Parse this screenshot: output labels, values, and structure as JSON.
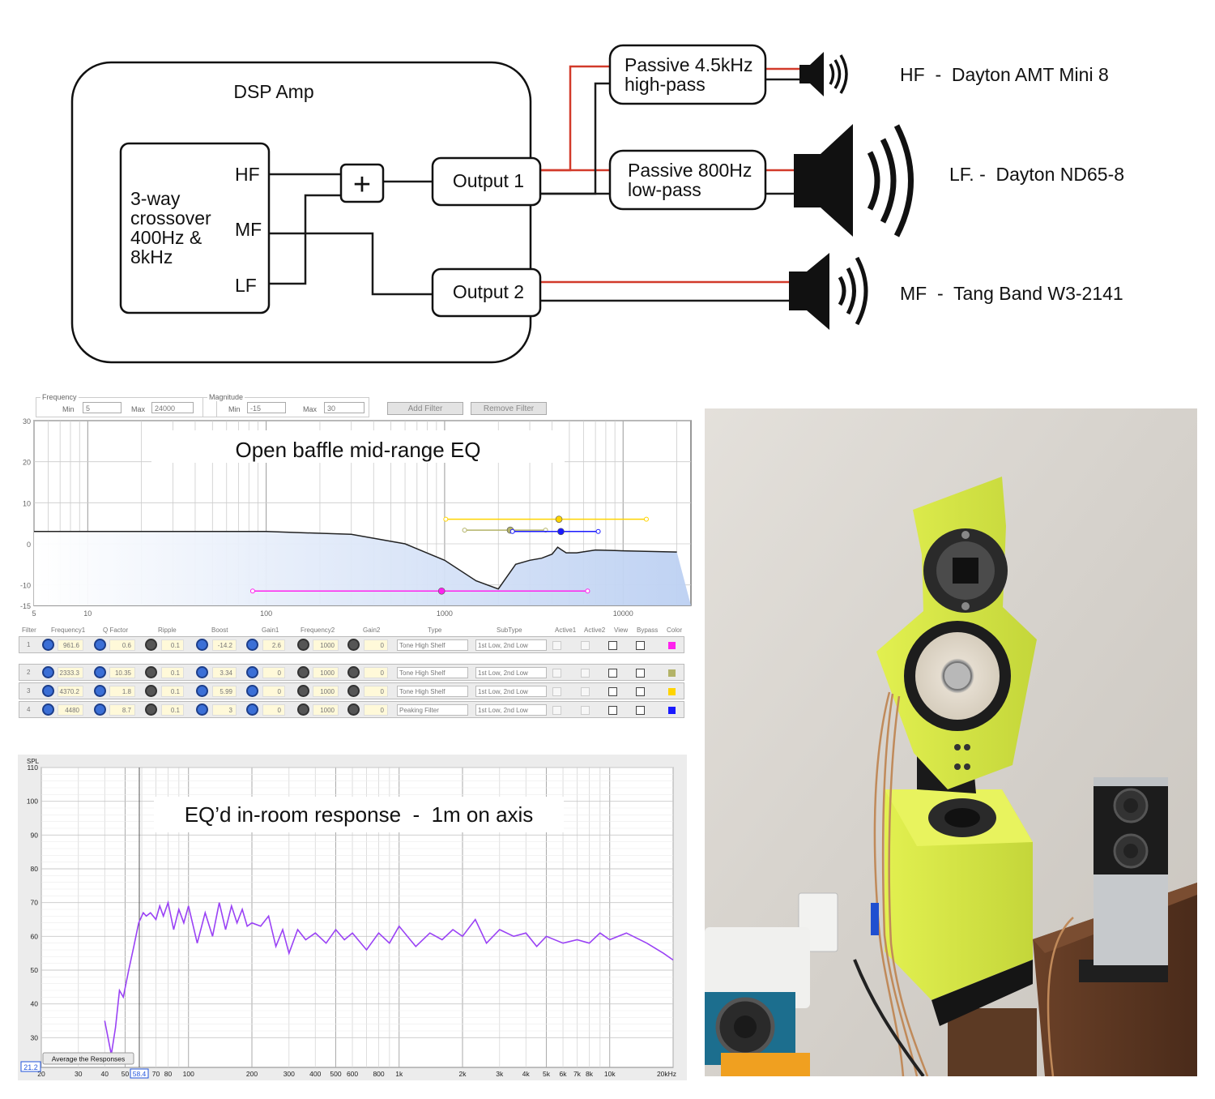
{
  "block_diagram": {
    "dsp_amp_label": "DSP Amp",
    "crossover_label_lines": [
      "3-way",
      "crossover",
      "400Hz &",
      "8kHz"
    ],
    "crossover_ports": {
      "hf": "HF",
      "mf": "MF",
      "lf": "LF"
    },
    "summer_symbol": "+",
    "output1_label": "Output 1",
    "output2_label": "Output 2",
    "hp_filter_lines": [
      "Passive 4.5kHz",
      "high-pass"
    ],
    "lp_filter_lines": [
      "Passive 800Hz",
      "low-pass"
    ],
    "driver_hf_label": "HF  -  Dayton AMT Mini 8",
    "driver_lf_label": "LF. -  Dayton ND65-8",
    "driver_mf_label": "MF  -  Tang Band W3-2141",
    "colors": {
      "signal_red": "#d23a2a",
      "line_black": "#1a1a1a"
    }
  },
  "eq_panel": {
    "frequency_group": "Frequency",
    "magnitude_group": "Magnitude",
    "min_label": "Min",
    "max_label": "Max",
    "freq_min": "5",
    "freq_max": "24000",
    "mag_min": "-15",
    "mag_max": "30",
    "add_filter": "Add Filter",
    "remove_filter": "Remove Filter",
    "plot_title": "Open baffle mid-range EQ",
    "y_ticks": [
      "30",
      "20",
      "10",
      "0",
      "-10",
      "-15"
    ],
    "x_ticks": [
      "5",
      "10",
      "100",
      "1000",
      "10000"
    ],
    "columns": [
      "Filter",
      "Frequency1",
      "Q Factor",
      "Ripple",
      "Boost",
      "Gain1",
      "Frequency2",
      "Gain2",
      "Type",
      "SubType",
      "Active1",
      "Active2",
      "View",
      "Bypass",
      "Color"
    ],
    "filters": [
      {
        "n": "1",
        "freq1": "961.6",
        "q": "0.6",
        "ripple": "0.1",
        "boost": "-14.2",
        "gain1": "2.6",
        "freq2": "1000",
        "gain2": "0",
        "type": "Tone High Shelf",
        "subtype": "1st Low, 2nd Low",
        "color": "#ff22ee"
      },
      {
        "n": "2",
        "freq1": "2333.3",
        "q": "10.35",
        "ripple": "0.1",
        "boost": "3.34",
        "gain1": "0",
        "freq2": "1000",
        "gain2": "0",
        "type": "Tone High Shelf",
        "subtype": "1st Low, 2nd Low",
        "color": "#b3b368"
      },
      {
        "n": "3",
        "freq1": "4370.2",
        "q": "1.8",
        "ripple": "0.1",
        "boost": "5.99",
        "gain1": "0",
        "freq2": "1000",
        "gain2": "0",
        "type": "Tone High Shelf",
        "subtype": "1st Low, 2nd Low",
        "color": "#ffd400"
      },
      {
        "n": "4",
        "freq1": "4480",
        "q": "8.7",
        "ripple": "0.1",
        "boost": "3",
        "gain1": "0",
        "freq2": "1000",
        "gain2": "0",
        "type": "Peaking Filter",
        "subtype": "1st Low, 2nd Low",
        "color": "#1a1aff"
      }
    ],
    "combined_response": {
      "x_hz": [
        5,
        100,
        300,
        600,
        1000,
        1500,
        2000,
        2500,
        3000,
        3500,
        4000,
        4300,
        4500,
        4800,
        5500,
        7000,
        10000,
        20000
      ],
      "y_db": [
        3,
        3,
        2.3,
        0,
        -4,
        -9,
        -11,
        -5,
        -4,
        -3.5,
        -2.5,
        -0.8,
        -1.4,
        -2.2,
        -2.2,
        -1.5,
        -1.7,
        -2
      ]
    }
  },
  "spl_chart": {
    "title": "EQ’d in-room response  -  1m on axis",
    "y_axis_label": "SPL",
    "y_ticks": [
      "110",
      "100",
      "90",
      "80",
      "70",
      "60",
      "50",
      "40",
      "30"
    ],
    "x_ticks": [
      "20",
      "30",
      "40",
      "50",
      "58.4",
      "70",
      "80",
      "100",
      "200",
      "300",
      "400",
      "500",
      "600",
      "800",
      "1k",
      "2k",
      "3k",
      "4k",
      "5k",
      "6k",
      "7k",
      "8k",
      "10k",
      "20kHz"
    ],
    "cursor_y_readout": "21.2",
    "button_label": "Average the Responses",
    "line_color": "#9a42f5"
  },
  "chart_data": {
    "type": "line",
    "xlabel": "",
    "ylabel": "SPL",
    "x_scale": "log",
    "xlim": [
      20,
      20000
    ],
    "ylim": [
      21.2,
      110
    ],
    "grid": true,
    "series": [
      {
        "x": [
          40,
          43,
          45,
          47,
          49,
          52,
          55,
          58,
          61,
          63,
          66,
          70,
          73,
          76,
          80,
          85,
          90,
          95,
          100,
          110,
          120,
          130,
          140,
          150,
          160,
          170,
          180,
          190,
          200,
          220,
          240,
          260,
          280,
          300,
          330,
          360,
          400,
          450,
          500,
          550,
          600,
          700,
          800,
          900,
          1000,
          1200,
          1400,
          1600,
          1800,
          2000,
          2300,
          2600,
          3000,
          3500,
          4000,
          4500,
          5000,
          6000,
          7000,
          8000,
          9000,
          10000,
          12000,
          15000,
          18000,
          20000
        ],
        "y": [
          35,
          25,
          33,
          44,
          42,
          50,
          57,
          64,
          67,
          66,
          67,
          65,
          69,
          66,
          70,
          62,
          68,
          64,
          69,
          58,
          67,
          60,
          70,
          62,
          69,
          64,
          68,
          63,
          64,
          63,
          66,
          57,
          62,
          55,
          62,
          59,
          61,
          58,
          62,
          59,
          61,
          56,
          61,
          58,
          63,
          57,
          61,
          59,
          62,
          60,
          65,
          58,
          62,
          60,
          61,
          57,
          60,
          58,
          59,
          58,
          61,
          59,
          61,
          58,
          55,
          53
        ]
      }
    ]
  },
  "photo": {
    "colors": {
      "wall": "#dcd8d2",
      "lime_enclosure": "#d5ea45",
      "wood_table": "#5a3522",
      "grey_tower": "#c4c7ca",
      "black_base": "#1e1e1e"
    }
  }
}
